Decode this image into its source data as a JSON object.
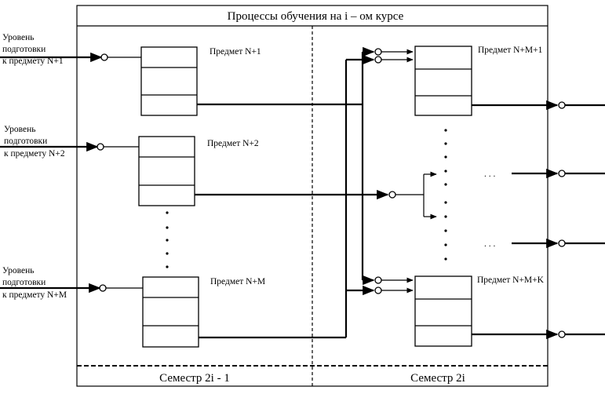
{
  "title": "Процессы обучения на i – ом курсе",
  "semesters": {
    "left": "Семестр 2i - 1",
    "right": "Семестр 2i"
  },
  "inputs": [
    {
      "line1": "Уровень",
      "line2": "подготовки",
      "line3": "к  предмету N+1"
    },
    {
      "line1": "Уровень",
      "line2": "подготовки",
      "line3": "к  предмету N+2"
    },
    {
      "line1": "Уровень",
      "line2": "подготовки",
      "line3": "к  предмету N+M"
    }
  ],
  "subjects_left": [
    {
      "label": "Предмет N+1"
    },
    {
      "label": "Предмет N+2"
    },
    {
      "label": "Предмет N+M"
    }
  ],
  "subjects_right": [
    {
      "label": "Предмет N+M+1"
    },
    {
      "label": "Предмет N+M+K"
    }
  ],
  "ellipsis": ". . ."
}
